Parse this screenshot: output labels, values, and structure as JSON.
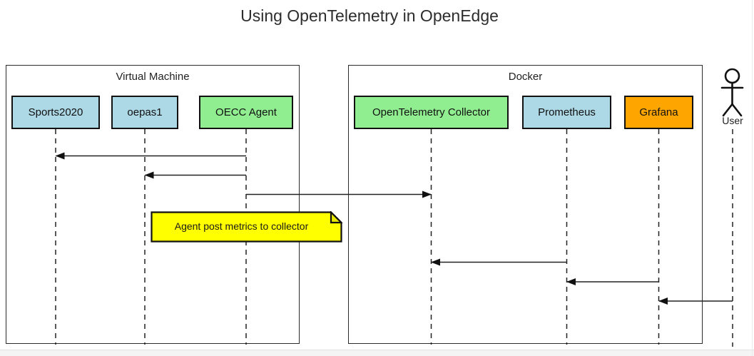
{
  "diagram": {
    "title": "Using OpenTelemetry in OpenEdge",
    "frames": [
      {
        "label": "Virtual Machine"
      },
      {
        "label": "Docker"
      }
    ],
    "participants": [
      {
        "label": "Sports2020",
        "color": "#add8e6",
        "frame": "Virtual Machine"
      },
      {
        "label": "oepas1",
        "color": "#add8e6",
        "frame": "Virtual Machine"
      },
      {
        "label": "OECC Agent",
        "color": "#90ee90",
        "frame": "Virtual Machine"
      },
      {
        "label": "OpenTelemetry Collector",
        "color": "#90ee90",
        "frame": "Docker"
      },
      {
        "label": "Prometheus",
        "color": "#add8e6",
        "frame": "Docker"
      },
      {
        "label": "Grafana",
        "color": "#ffa500",
        "frame": "Docker"
      }
    ],
    "actor": {
      "label": "User"
    },
    "messages": [
      {
        "from": "OECC Agent",
        "to": "Sports2020"
      },
      {
        "from": "OECC Agent",
        "to": "oepas1"
      },
      {
        "from": "OECC Agent",
        "to": "OpenTelemetry Collector"
      },
      {
        "from": "Prometheus",
        "to": "OpenTelemetry Collector"
      },
      {
        "from": "Grafana",
        "to": "Prometheus"
      },
      {
        "from": "User",
        "to": "Grafana"
      }
    ],
    "note": {
      "text": "Agent post metrics to collector",
      "color": "#ffff00"
    }
  }
}
